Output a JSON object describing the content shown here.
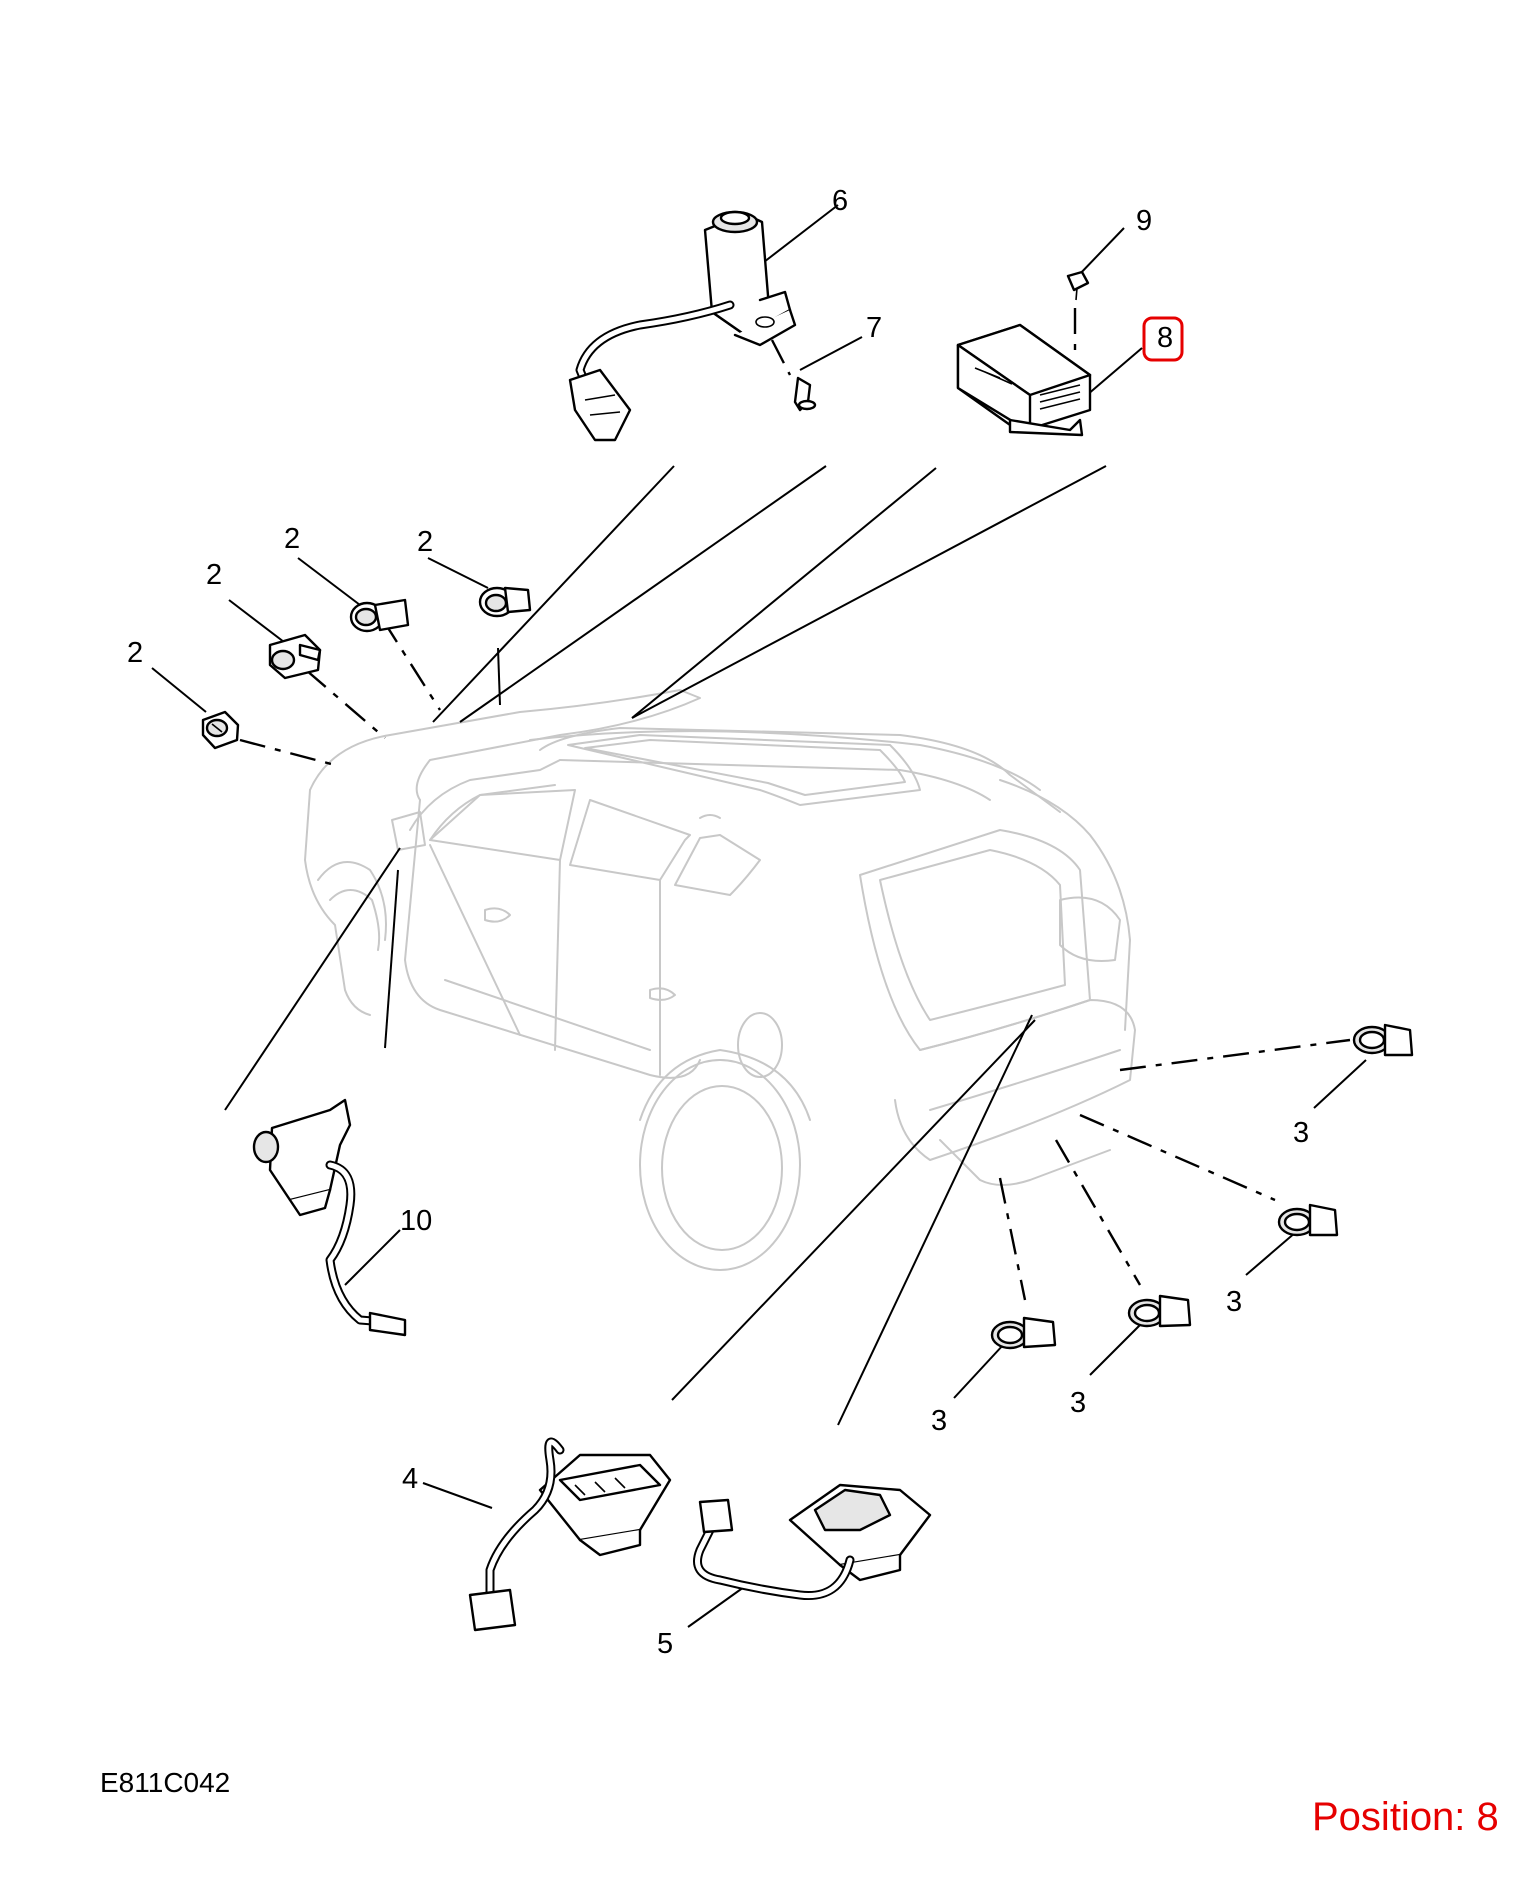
{
  "diagram": {
    "callouts": {
      "c2a": "2",
      "c2b": "2",
      "c2c": "2",
      "c2d": "2",
      "c3a": "3",
      "c3b": "3",
      "c3c": "3",
      "c3d": "3",
      "c4": "4",
      "c5": "5",
      "c6": "6",
      "c7": "7",
      "c8": "8",
      "c9": "9",
      "c10": "10"
    },
    "highlight_color": "#e60000"
  },
  "footer": {
    "drawing_code": "E811C042",
    "position_label": "Position: 8"
  }
}
